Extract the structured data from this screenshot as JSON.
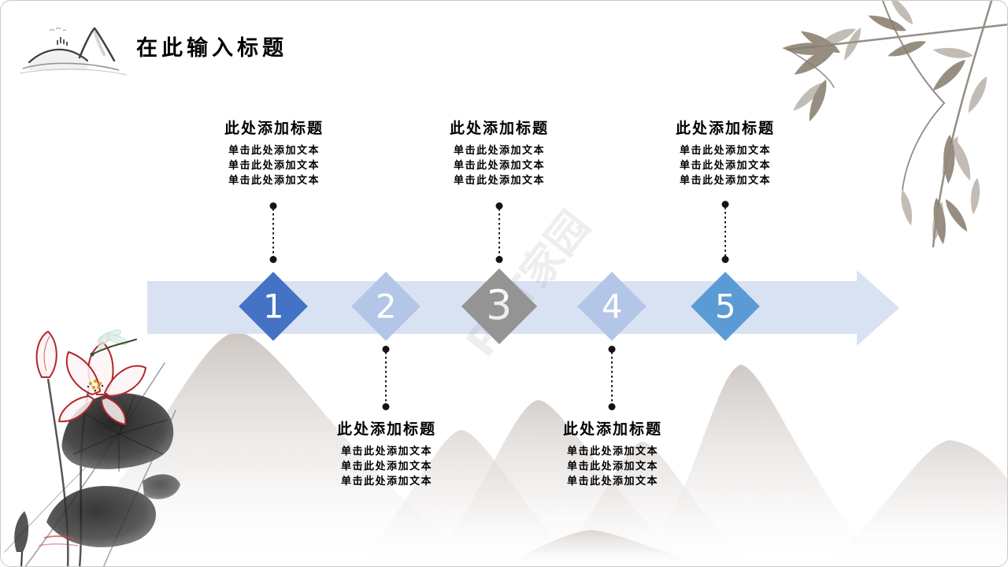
{
  "slide": {
    "title": "在此输入标题",
    "watermark_text": "PPT家园"
  },
  "colors": {
    "band": "#d9e2f3",
    "connector": "#141414",
    "number_text": "#ffffff",
    "steps": [
      "#4472c4",
      "#b3c6e7",
      "#949494",
      "#b3c6e7",
      "#5b9bd5"
    ]
  },
  "timeline": {
    "steps": [
      {
        "number": "1",
        "position": "top",
        "title": "此处添加标题",
        "lines": [
          "单击此处添加文本",
          "单击此处添加文本",
          "单击此处添加文本"
        ]
      },
      {
        "number": "2",
        "position": "bottom",
        "title": "此处添加标题",
        "lines": [
          "单击此处添加文本",
          "单击此处添加文本",
          "单击此处添加文本"
        ]
      },
      {
        "number": "3",
        "position": "top",
        "title": "此处添加标题",
        "lines": [
          "单击此处添加文本",
          "单击此处添加文本",
          "单击此处添加文本"
        ]
      },
      {
        "number": "4",
        "position": "bottom",
        "title": "此处添加标题",
        "lines": [
          "单击此处添加文本",
          "单击此处添加文本",
          "单击此处添加文本"
        ]
      },
      {
        "number": "5",
        "position": "top",
        "title": "此处添加标题",
        "lines": [
          "单击此处添加文本",
          "单击此处添加文本",
          "单击此处添加文本"
        ]
      }
    ]
  },
  "decorations": {
    "top_left": "ink-mountain-icon",
    "top_right": "bamboo-branch",
    "bottom_left": "lotus-dragonfly",
    "background": "mountain-silhouettes"
  }
}
